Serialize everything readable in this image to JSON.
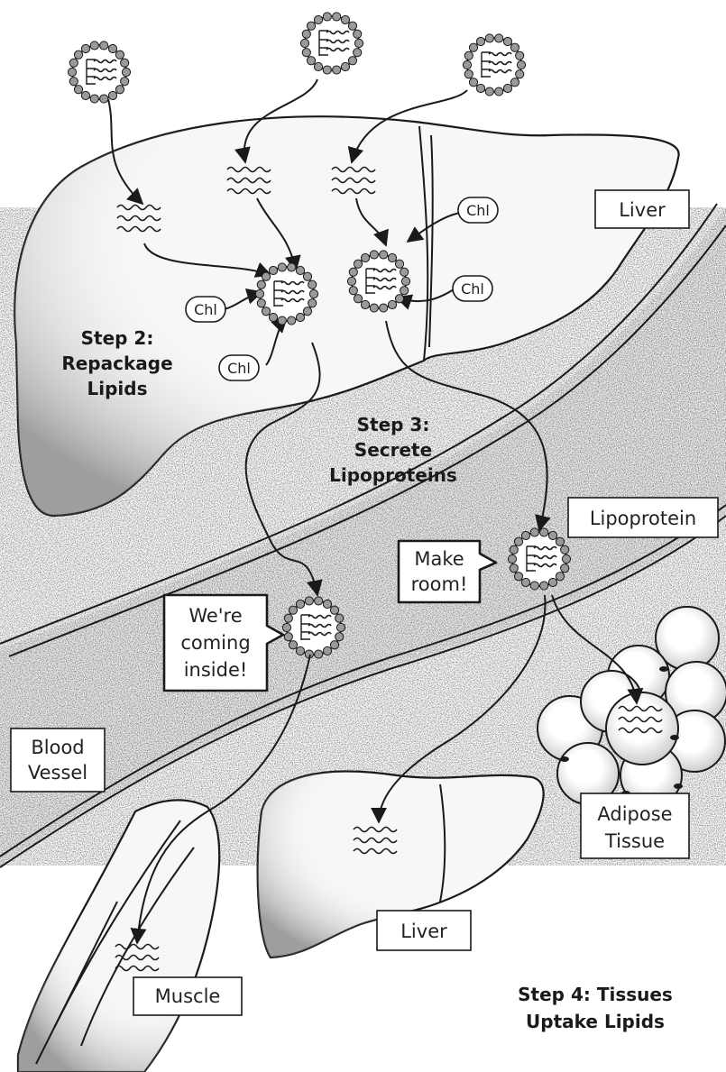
{
  "labels": {
    "liver_top": "Liver",
    "liver_bottom": "Liver",
    "lipoprotein": "Lipoprotein",
    "blood_vessel": [
      "Blood",
      "Vessel"
    ],
    "adipose_tissue": [
      "Adipose",
      "Tissue"
    ],
    "muscle": "Muscle"
  },
  "steps": {
    "step2": [
      "Step 2:",
      "Repackage",
      "Lipids"
    ],
    "step3": [
      "Step 3:",
      "Secrete",
      "Lipoproteins"
    ],
    "step4": [
      "Step 4: Tissues",
      "Uptake Lipids"
    ]
  },
  "bubbles": {
    "make_room": [
      "Make",
      "room!"
    ],
    "coming_inside": [
      "We're",
      "coming",
      "inside!"
    ]
  },
  "cholesterol": {
    "tag": "Chl"
  }
}
